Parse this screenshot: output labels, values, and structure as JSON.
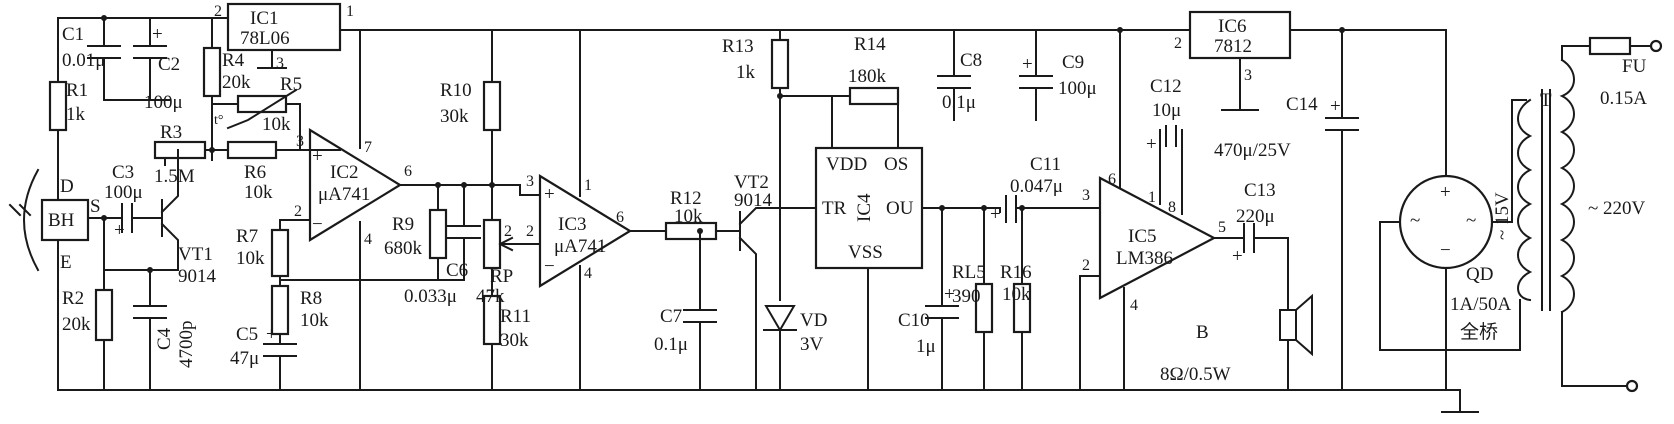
{
  "ic1": {
    "name": "IC1",
    "part": "78L06",
    "pin_in": "2",
    "pin_out": "1",
    "pin_gnd": "3"
  },
  "ic2": {
    "name": "IC2",
    "part": "μA741",
    "pin_plus": "3",
    "pin_minus": "2",
    "pin_out": "6",
    "pin_vcc": "7",
    "pin_vee": "4"
  },
  "ic3": {
    "name": "IC3",
    "part": "μA741",
    "pin_plus": "3",
    "pin_minus": "2",
    "pin_out": "6",
    "pin_vcc": "1",
    "pin_vee": "4"
  },
  "ic4": {
    "name": "IC4",
    "vdd": "VDD",
    "vss": "VSS",
    "tr": "TR",
    "os": "OS",
    "ou": "OU"
  },
  "ic5": {
    "name": "IC5",
    "part": "LM386",
    "pin3": "3",
    "pin2": "2",
    "pin6": "6",
    "pin4": "4",
    "pin1": "1",
    "pin8": "8",
    "pin5": "5"
  },
  "ic6": {
    "name": "IC6",
    "part": "7812",
    "pin_in": "2",
    "pin_gnd": "3"
  },
  "components": {
    "c1": "C1",
    "c1v": "0.01μ",
    "c2": "C2",
    "c2v": "100μ",
    "r1": "R1",
    "r1v": "1k",
    "r4": "R4",
    "r4v": "20k",
    "r5": "R5",
    "r5v": "10k",
    "t": "t°",
    "r3": "R3",
    "r3v": "1.5M",
    "c3": "C3",
    "c3v": "100μ",
    "r6": "R6",
    "r6v": "10k",
    "vt1": "VT1",
    "vt1v": "9014",
    "bh": "BH",
    "d": "D",
    "s": "S",
    "e": "E",
    "r2": "R2",
    "r2v": "20k",
    "c4": "C4",
    "c4v": "4700p",
    "r7": "R7",
    "r7v": "10k",
    "r8": "R8",
    "r8v": "10k",
    "c5": "C5",
    "c5v": "47μ",
    "r9": "R9",
    "r9v": "680k",
    "c6": "C6",
    "c6v": "0.033μ",
    "r10": "R10",
    "r10v": "30k",
    "rp": "RP",
    "rpv": "47k",
    "rp_pin": "2",
    "r11": "R11",
    "r11v": "30k",
    "r12": "R12",
    "r12v": "10k",
    "vt2": "VT2",
    "vt2v": "9014",
    "c7": "C7",
    "c7v": "0.1μ",
    "r13": "R13",
    "r13v": "1k",
    "r14": "R14",
    "r14v": "180k",
    "vd": "VD",
    "vdv": "3V",
    "c8": "C8",
    "c8v": "0.1μ",
    "c9": "C9",
    "c9v": "100μ",
    "c11": "C11",
    "c11v": "0.047μ",
    "rl5": "RL5",
    "rl5v": "390",
    "r16": "R16",
    "r16v": "10k",
    "c10": "C10",
    "c10v": "1μ",
    "c12": "C12",
    "c12v": "10μ",
    "c13": "C13",
    "c13v": "220μ",
    "b": "B",
    "bv": "8Ω/0.5W",
    "c14": "C14",
    "c14v": "470μ/25V",
    "qd": "QD",
    "qdv": "1A/50A",
    "qdt": "全桥",
    "t_label": "T",
    "v15": "~ 15V",
    "v220": "~ 220V",
    "fu": "FU",
    "fuv": "0.15A",
    "plus": "+",
    "minus": "−",
    "ac": "~"
  }
}
